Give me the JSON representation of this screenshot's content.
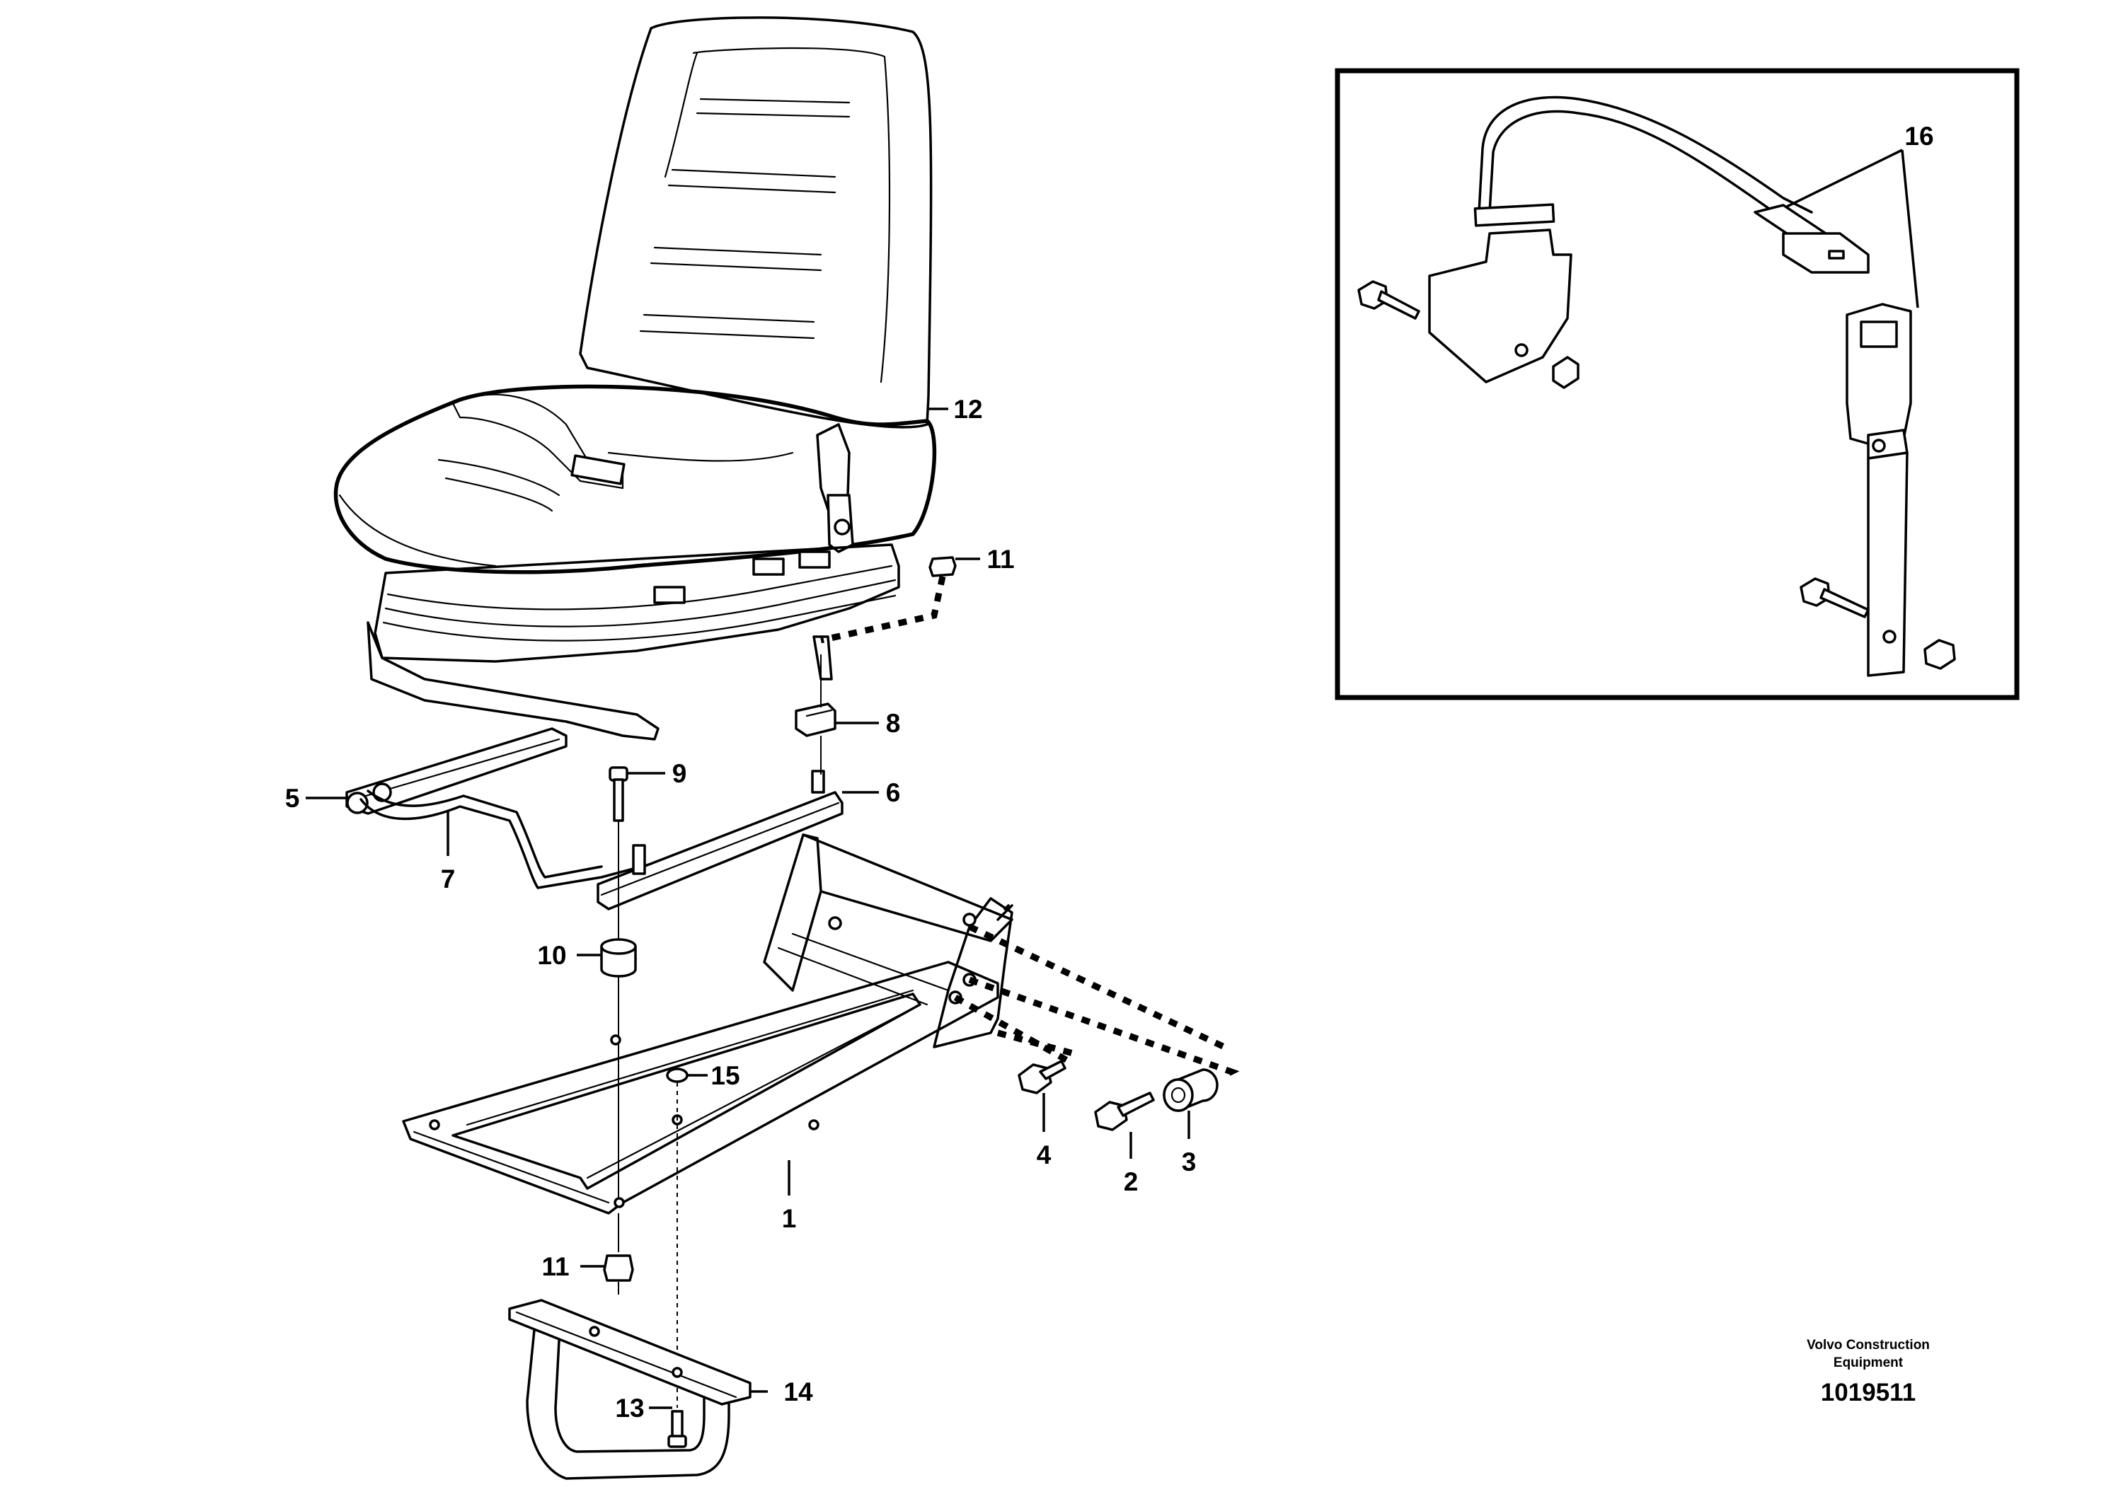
{
  "callouts": {
    "c1": "1",
    "c2": "2",
    "c3": "3",
    "c4": "4",
    "c5": "5",
    "c6": "6",
    "c7": "7",
    "c8": "8",
    "c9": "9",
    "c10": "10",
    "c11a": "11",
    "c11b": "11",
    "c12": "12",
    "c13": "13",
    "c14": "14",
    "c15": "15",
    "c16": "16"
  },
  "footer": {
    "brand_line1": "Volvo Construction",
    "brand_line2": "Equipment",
    "drawing_number": "1019511"
  },
  "inset": {
    "content": "seat belt assembly detail"
  }
}
